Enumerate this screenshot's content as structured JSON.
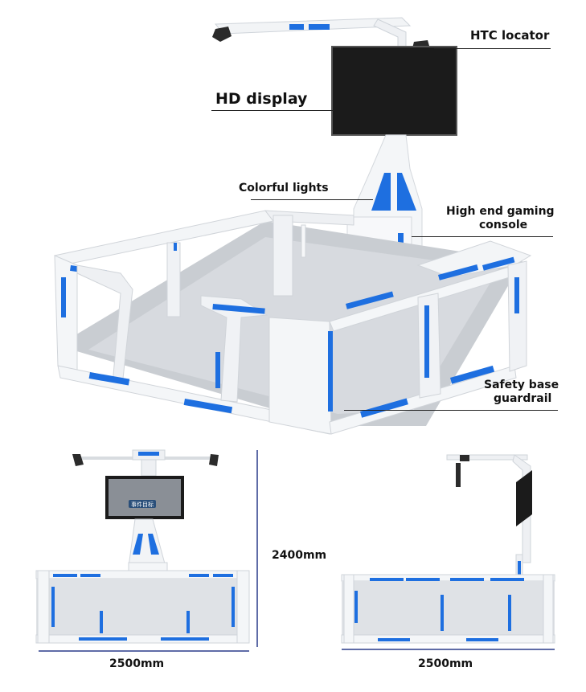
{
  "callouts": {
    "htc_locator": "HTC locator",
    "hd_display": "HD display",
    "colorful_lights": "Colorful lights",
    "gaming_console_line1": "High end gaming",
    "gaming_console_line2": "console",
    "guardrail_line1": "Safety base",
    "guardrail_line2": "guardrail"
  },
  "dimensions": {
    "height": "2400mm",
    "front_width": "2500mm",
    "side_width": "2500mm"
  },
  "screen_sign": "事件目标",
  "colors": {
    "accent_blue": "#1e6fe0",
    "frame_white": "#f4f6f8",
    "floor_gray": "#c9cdd2",
    "display_black": "#1b1b1b"
  }
}
